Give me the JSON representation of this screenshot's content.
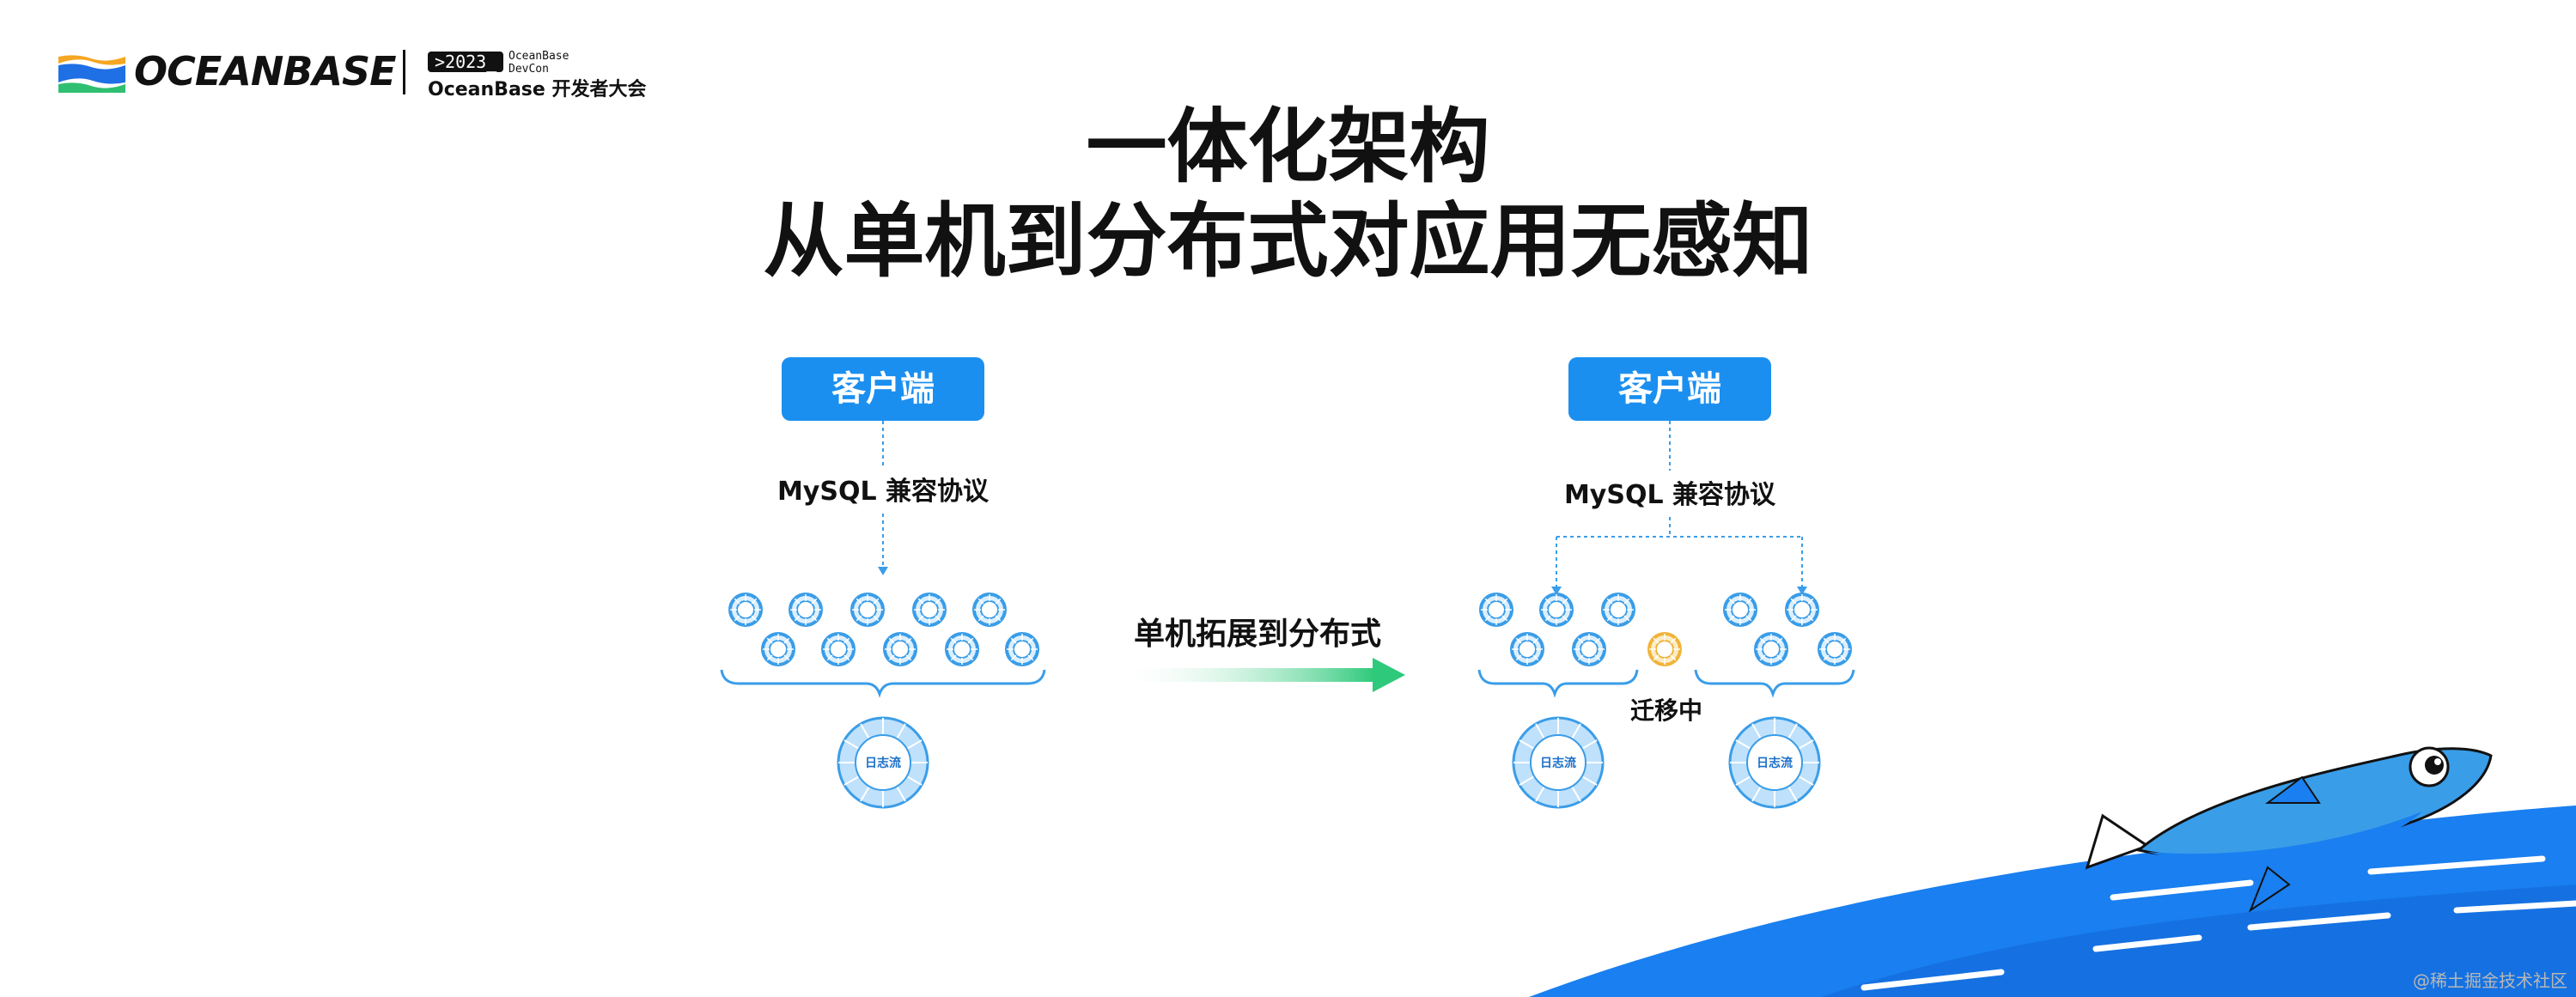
{
  "header": {
    "brand": "OCEANBASE",
    "devcon_badge": ">2023_",
    "devcon_line1": "OceanBase",
    "devcon_line2": "DevCon",
    "conference_name": "OceanBase 开发者大会"
  },
  "title": {
    "line1": "一体化架构",
    "line2": "从单机到分布式对应用无感知"
  },
  "diagram": {
    "left": {
      "client_label": "客户端",
      "protocol_label": "MySQL 兼容协议",
      "log_label": "日志流",
      "top_row_nodes": 5,
      "bottom_row_nodes": 5
    },
    "arrow_label": "单机拓展到分布式",
    "right": {
      "client_label": "客户端",
      "protocol_label": "MySQL 兼容协议",
      "log_label_left": "日志流",
      "log_label_right": "日志流",
      "migrating_label": "迁移中"
    }
  },
  "colors": {
    "client_box": "#1b8ff0",
    "node_stroke": "#3a9de8",
    "node_fill": "#dceffd",
    "migrating_node": "#f0b43a",
    "arrow_start": "#e8f7ef",
    "arrow_end": "#2ec97a",
    "wave": "#1a7ff0"
  },
  "watermark": "@稀土掘金技术社区"
}
